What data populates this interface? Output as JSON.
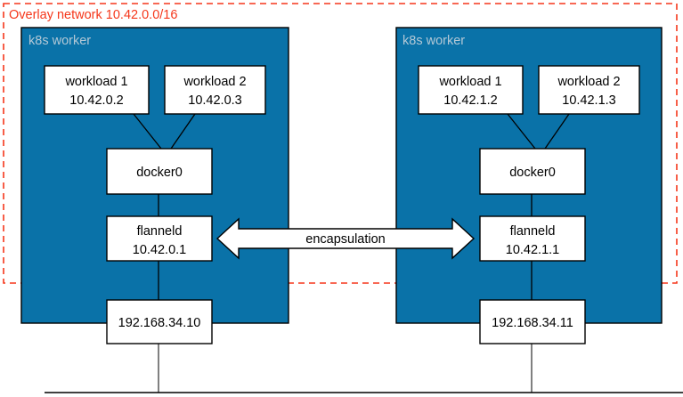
{
  "diagram": {
    "title": "Overlay network 10.42.0.0/16",
    "colors": {
      "overlay_border": "#f5371b",
      "node_fill": "#0a72a8",
      "worker_label": "#b3c8d6",
      "box_fill": "#ffffff",
      "box_border": "#000000",
      "link": "#000000",
      "physical_link": "#555555"
    },
    "overlay": {
      "label": "Overlay network 10.42.0.0/16"
    },
    "workers": [
      {
        "label": "k8s worker",
        "workloads": [
          {
            "name": "workload 1",
            "ip": "10.42.0.2"
          },
          {
            "name": "workload 2",
            "ip": "10.42.0.3"
          }
        ],
        "bridge": {
          "name": "docker0"
        },
        "flannel": {
          "name": "flanneld",
          "ip": "10.42.0.1"
        },
        "host": {
          "ip": "192.168.34.10"
        }
      },
      {
        "label": "k8s worker",
        "workloads": [
          {
            "name": "workload 1",
            "ip": "10.42.1.2"
          },
          {
            "name": "workload 2",
            "ip": "10.42.1.3"
          }
        ],
        "bridge": {
          "name": "docker0"
        },
        "flannel": {
          "name": "flanneld",
          "ip": "10.42.1.1"
        },
        "host": {
          "ip": "192.168.34.11"
        }
      }
    ],
    "tunnel": {
      "label": "encapsulation",
      "direction": "bidirectional"
    }
  }
}
